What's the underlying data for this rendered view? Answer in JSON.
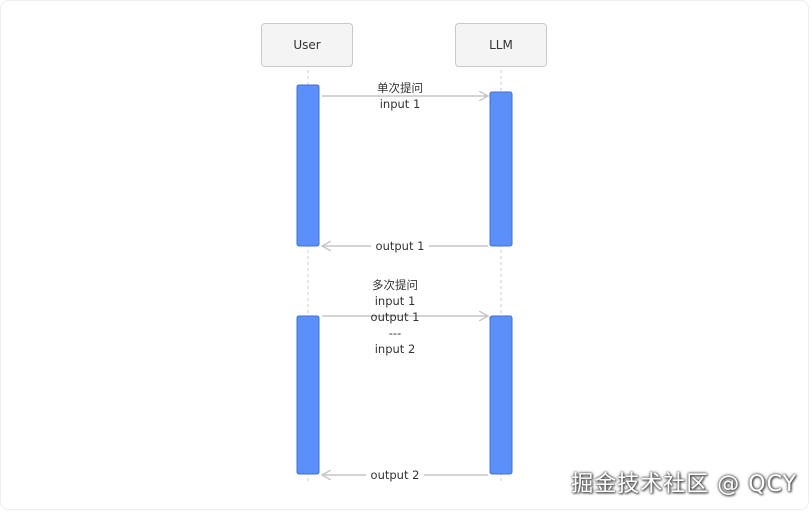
{
  "actors": [
    {
      "label": "User"
    },
    {
      "label": "LLM"
    }
  ],
  "messages": {
    "single_request": [
      "单次提问",
      "input 1"
    ],
    "single_reply": "output 1",
    "multi_request": [
      "多次提问",
      "input 1",
      "output 1",
      "---",
      "input 2"
    ],
    "multi_reply": "output 2"
  },
  "watermark": "掘金技术社区 @ QCY",
  "colors": {
    "activation": "#5b8ff9",
    "activation_border": "#3d6fd8",
    "arrow": "#c5c5c5",
    "lifeline": "#cccccc"
  }
}
